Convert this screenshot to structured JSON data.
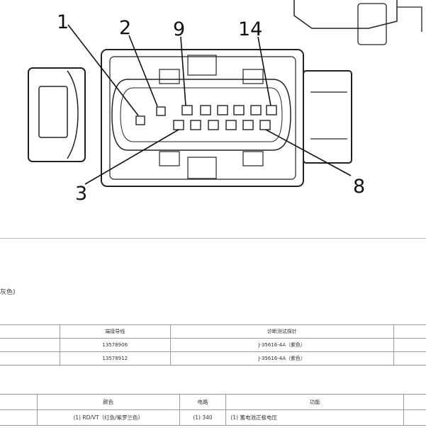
{
  "diagram": {
    "callouts": [
      "1",
      "2",
      "9",
      "14",
      "3",
      "8"
    ],
    "pin_labels": [
      "1",
      "2",
      "3",
      "8",
      "9",
      "14"
    ]
  },
  "color_note": "灰色)",
  "table1": {
    "headers": [
      "",
      "端接导线",
      "诊断测试探针",
      ""
    ],
    "rows": [
      [
        "",
        "13578906",
        "J-35616-4A（紫色）",
        ""
      ],
      [
        "",
        "13578912",
        "J-35616-4A（紫色）",
        ""
      ]
    ]
  },
  "table2": {
    "headers": [
      "",
      "颜色",
      "电路",
      "功能"
    ],
    "rows": [
      [
        "",
        "(1) RD/VT（红色/紫罗兰色）",
        "(1) 340",
        "(1) 蓄电池正极电压"
      ]
    ]
  }
}
